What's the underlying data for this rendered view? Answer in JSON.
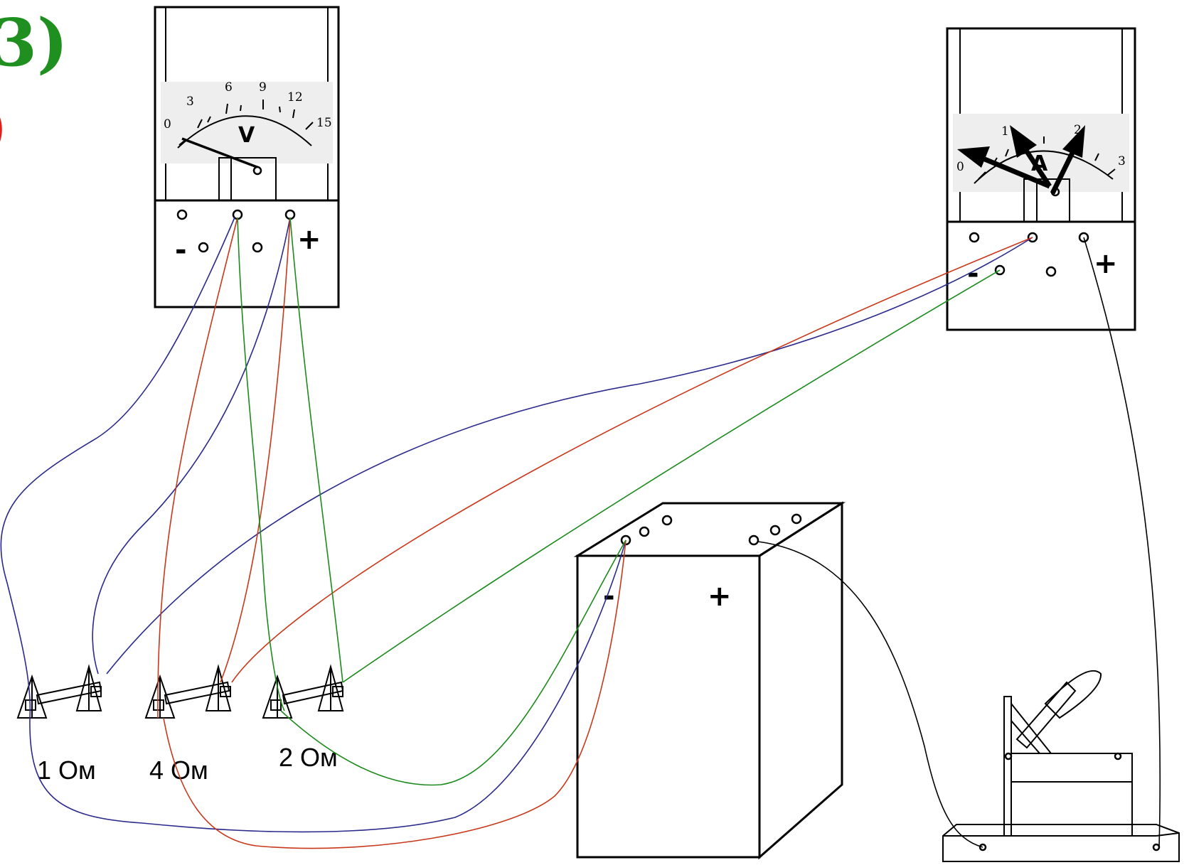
{
  "title_fragments": {
    "green": "3)",
    "red": ")"
  },
  "colors": {
    "green_text": "#1f8f1f",
    "red_text": "#e0201c",
    "wire_blue": "#2a2a8c",
    "wire_red": "#c8381a",
    "wire_green": "#1c8a1c",
    "wire_black": "#000000"
  },
  "voltmeter": {
    "symbol": "V",
    "scale_labels": [
      "0",
      "3",
      "6",
      "9",
      "12",
      "15"
    ],
    "minus_sign": "-",
    "plus_sign": "+"
  },
  "ammeter": {
    "symbol": "A",
    "scale_labels": [
      "0",
      "1",
      "2",
      "3"
    ],
    "minus_sign": "-",
    "plus_sign": "+"
  },
  "power_source": {
    "minus_sign": "-",
    "plus_sign": "+"
  },
  "resistors": [
    {
      "label": "1 Ом"
    },
    {
      "label": "4 Ом"
    },
    {
      "label": "2 Ом"
    }
  ],
  "icons": [
    "voltmeter-icon",
    "ammeter-icon",
    "battery-icon",
    "resistor-icon",
    "knife-switch-icon"
  ]
}
